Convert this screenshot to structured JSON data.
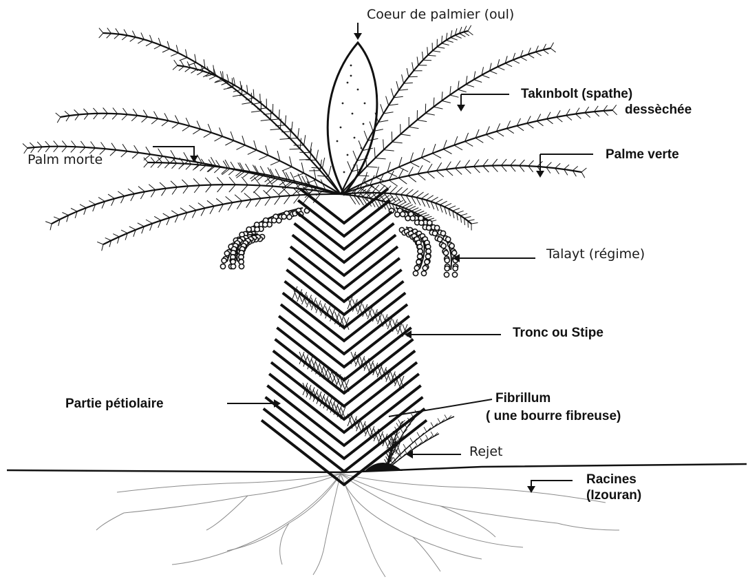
{
  "labels": {
    "coeur": "Coeur de palmier (oul)",
    "spathe_1": "Takınbolt (spathe)",
    "spathe_2": "dessèchée",
    "palm_morte": "Palm morte",
    "palme_verte": "Palme verte",
    "talayt": "Talayt (régime)",
    "tronc": "Tronc ou Stipe",
    "partie": "Partie pétiolaire",
    "fibrillum_1": "Fibrillum",
    "fibrillum_2": "( une bourre fibreuse)",
    "rejet": "Rejet",
    "racines_1": "Racines",
    "racines_2": "(Izouran)"
  },
  "colors": {
    "ink": "#111111",
    "background": "#ffffff",
    "root": "#8a8a8a"
  }
}
